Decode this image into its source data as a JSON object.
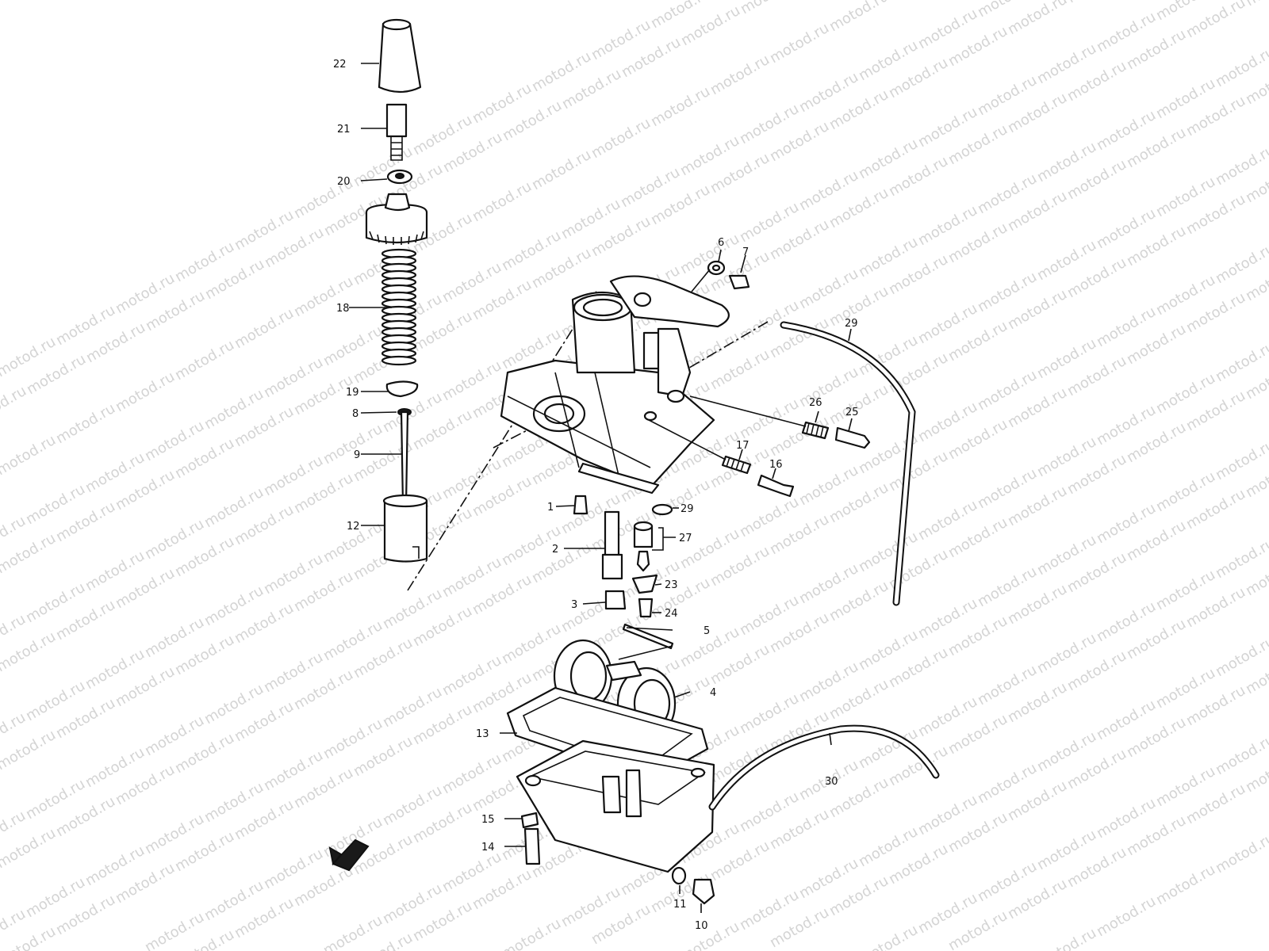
{
  "watermark": {
    "text": "motod.ru"
  },
  "callouts": [
    {
      "id": "22",
      "label": "22"
    },
    {
      "id": "21",
      "label": "21"
    },
    {
      "id": "20",
      "label": "20"
    },
    {
      "id": "18",
      "label": "18"
    },
    {
      "id": "19",
      "label": "19"
    },
    {
      "id": "8",
      "label": "8"
    },
    {
      "id": "9",
      "label": "9"
    },
    {
      "id": "12",
      "label": "12"
    },
    {
      "id": "6",
      "label": "6"
    },
    {
      "id": "7",
      "label": "7"
    },
    {
      "id": "29a",
      "label": "29"
    },
    {
      "id": "26",
      "label": "26"
    },
    {
      "id": "25",
      "label": "25"
    },
    {
      "id": "17",
      "label": "17"
    },
    {
      "id": "16",
      "label": "16"
    },
    {
      "id": "1",
      "label": "1"
    },
    {
      "id": "29b",
      "label": "29"
    },
    {
      "id": "27",
      "label": "27"
    },
    {
      "id": "2",
      "label": "2"
    },
    {
      "id": "23",
      "label": "23"
    },
    {
      "id": "3",
      "label": "3"
    },
    {
      "id": "24",
      "label": "24"
    },
    {
      "id": "5",
      "label": "5"
    },
    {
      "id": "4",
      "label": "4"
    },
    {
      "id": "13",
      "label": "13"
    },
    {
      "id": "30",
      "label": "30"
    },
    {
      "id": "15",
      "label": "15"
    },
    {
      "id": "14",
      "label": "14"
    },
    {
      "id": "11",
      "label": "11"
    },
    {
      "id": "10",
      "label": "10"
    }
  ]
}
